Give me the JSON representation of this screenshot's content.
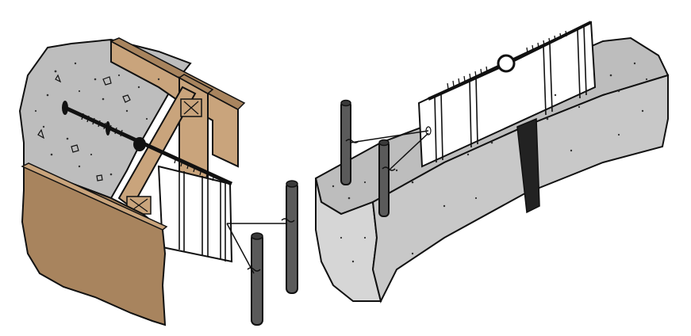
{
  "diagram": {
    "subject": "waterstop-installation-illustration",
    "components": [
      {
        "id": "formwork",
        "icon": "wood-formwork-icon"
      },
      {
        "id": "concrete-slab",
        "icon": "concrete-icon"
      },
      {
        "id": "waterstop",
        "icon": "pvc-waterstop-icon"
      },
      {
        "id": "rebar",
        "icon": "rebar-icon"
      },
      {
        "id": "tie-wire",
        "icon": "wire-icon"
      },
      {
        "id": "joint-gap",
        "icon": "joint-icon"
      }
    ]
  },
  "colors": {
    "wood": "#c9a47c",
    "wood_dark": "#a8845e",
    "concrete_top": "#bdbdbd",
    "concrete_side": "#d6d6d6",
    "concrete_face": "#c8c8c8",
    "rebar": "#5a5a5a",
    "waterstop": "#ffffff",
    "outline": "#111111",
    "speckle": "#333333"
  }
}
